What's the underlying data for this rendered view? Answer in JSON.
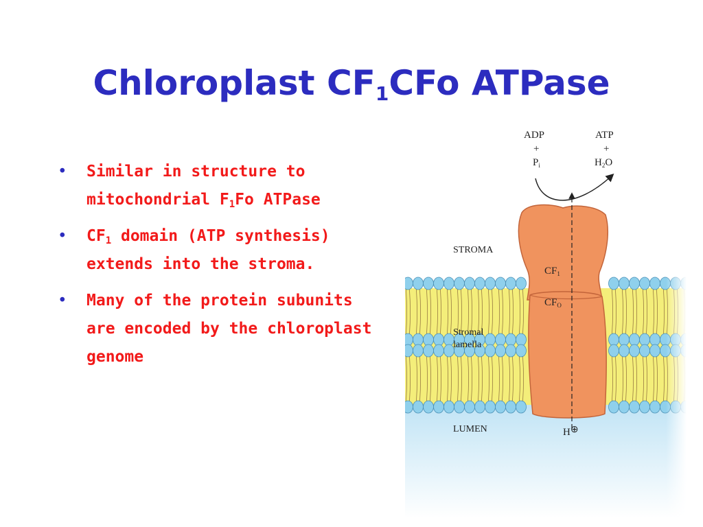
{
  "slide": {
    "title_main": "Chloroplast CF",
    "title_sub": "1",
    "title_tail": "CFo ATPase"
  },
  "bullets": [
    {
      "pre": "Similar in structure to mitochondrial F",
      "sub": "1",
      "post": "Fo ATPase"
    },
    {
      "pre": "CF",
      "sub": "1",
      "post": " domain (ATP synthesis) extends into the stroma."
    },
    {
      "pre": "Many of the protein subunits are encoded by the chloroplast genome",
      "sub": "",
      "post": ""
    }
  ],
  "bullet_symbol": "•",
  "diagram": {
    "adp": "ADP",
    "plus": "+",
    "pi_main": "P",
    "pi_sub": "i",
    "atp": "ATP",
    "h2o_main": "H",
    "h2o_sub": "2",
    "h2o_tail": "O",
    "stroma": "STROMA",
    "cf1_main": "CF",
    "cf1_sub": "1",
    "cfo_main": "CF",
    "cfo_sub": "O",
    "stromal": "Stromal",
    "lamella": "lamella",
    "lumen": "LUMEN",
    "proton": "H",
    "proton_charge": "⊕"
  },
  "colors": {
    "title": "#2c2cbf",
    "bullet_text": "#f21a1a",
    "protein": "#f0935e",
    "lipid_head": "#8fd0ec",
    "lipid_tail": "#f4ee7a"
  }
}
